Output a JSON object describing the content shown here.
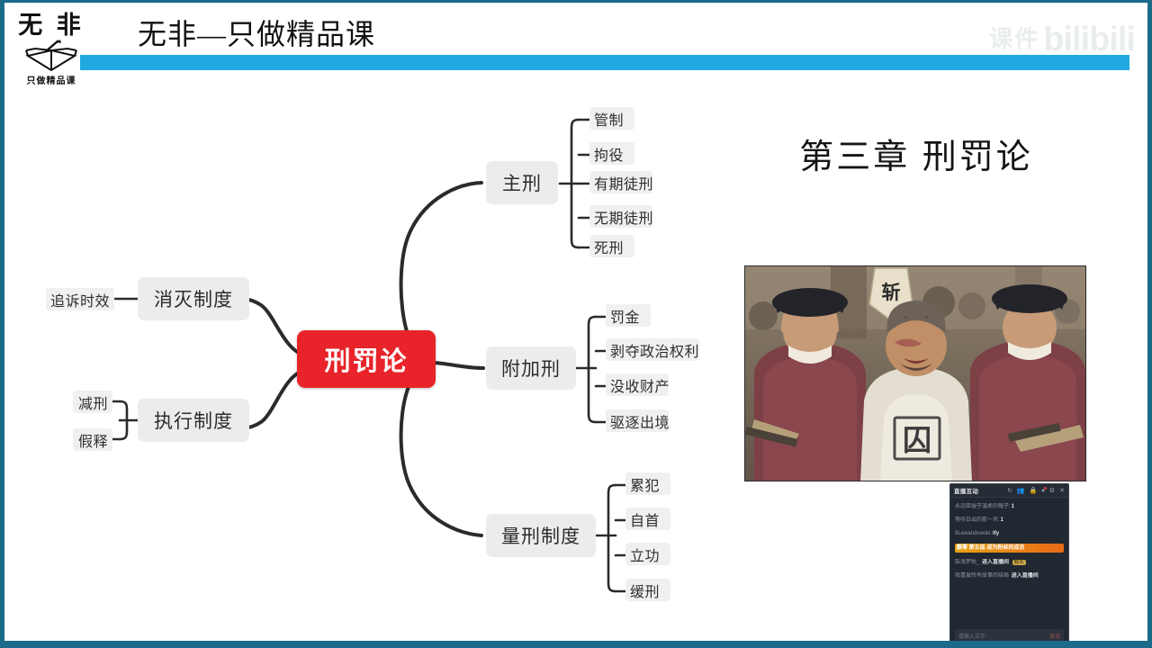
{
  "header": {
    "title": "无非—只做精品课",
    "logo_word": "无 非",
    "logo_sub": "只做精品课",
    "watermark_cn": "课件",
    "watermark_brand": "bilibili",
    "bar_color": "#21a8e0",
    "border_color": "#1b6a8a"
  },
  "chapter": {
    "title": "第三章 刑罚论"
  },
  "mindmap": {
    "center": {
      "label": "刑罚论",
      "color": "#e8242a"
    },
    "branches": [
      {
        "label": "主刑",
        "side": "right",
        "children": [
          "管制",
          "拘役",
          "有期徒刑",
          "无期徒刑",
          "死刑"
        ]
      },
      {
        "label": "附加刑",
        "side": "right",
        "children": [
          "罚金",
          "剥夺政治权利",
          "没收财产",
          "驱逐出境"
        ]
      },
      {
        "label": "量刑制度",
        "side": "right",
        "children": [
          "累犯",
          "自首",
          "立功",
          "缓刑"
        ]
      },
      {
        "label": "消灭制度",
        "side": "left",
        "children": [
          "追诉时效"
        ]
      },
      {
        "label": "执行制度",
        "side": "left",
        "children": [
          "减刑",
          "假释"
        ]
      }
    ]
  },
  "photo": {
    "prisoner_mark": "囚",
    "sign_mark": "斩"
  },
  "chat": {
    "title": "直播互动",
    "icons": [
      "refresh-icon",
      "people-icon",
      "lock-icon",
      "gift-icon",
      "gear-icon",
      "close-icon"
    ],
    "messages": [
      {
        "user": "永远臣服于温柔的帽子:",
        "text": "1"
      },
      {
        "user": "等待日出的那一天:",
        "text": "1"
      },
      {
        "user": "9Lewandowski:",
        "text": "lfy"
      },
      {
        "user": "",
        "text": "飘零 第五层 成为粉丝的成员",
        "style": "highlight"
      },
      {
        "user": "梨海梦枕_",
        "text": "进入直播间",
        "tag": "舰长"
      },
      {
        "user": "我喜爱所有故事的结局",
        "text": "进入直播间"
      }
    ],
    "input_placeholder": "请输入文字",
    "send_label": "发送"
  }
}
